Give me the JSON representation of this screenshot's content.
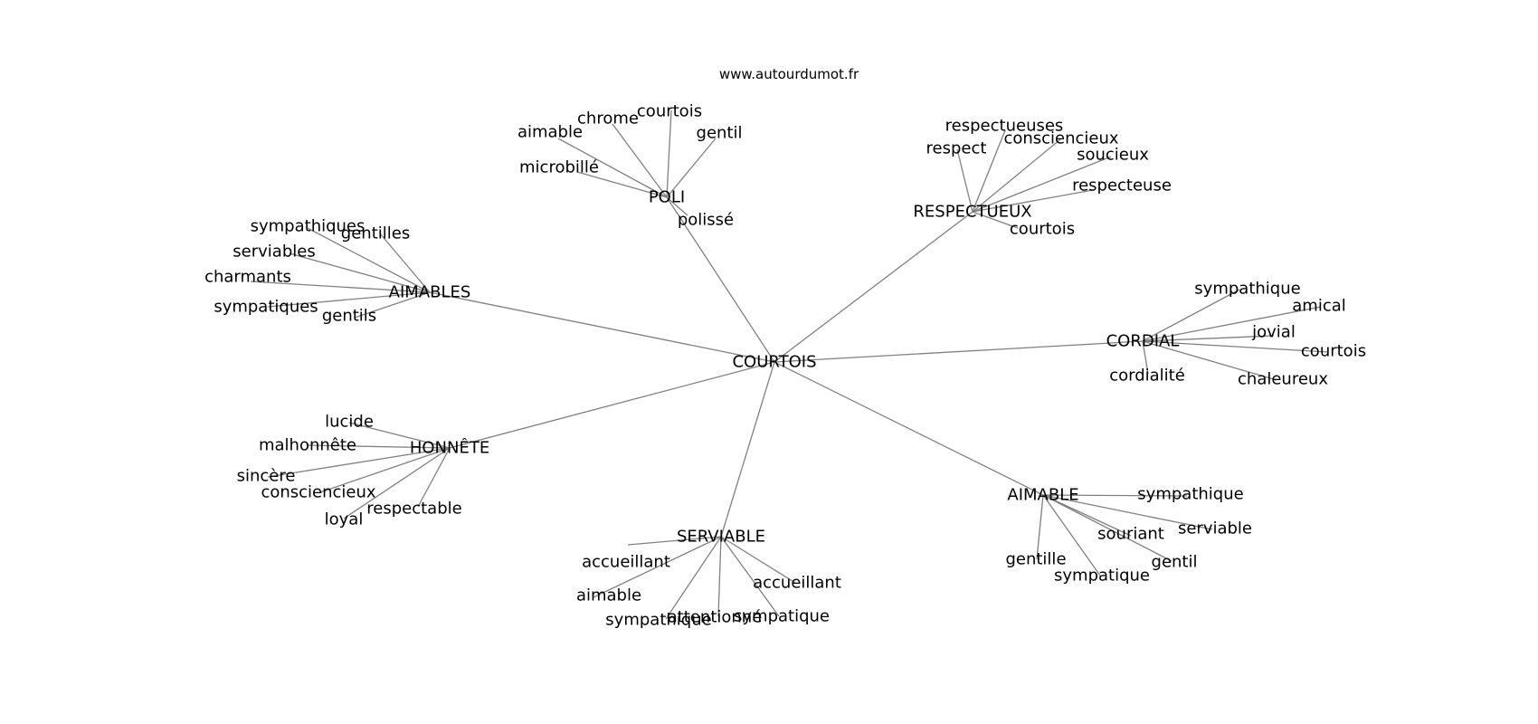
{
  "site": "www.autourdumot.fr",
  "colors": {
    "edge": "#808080",
    "text": "#000000",
    "background": "#ffffff"
  },
  "graph": {
    "center": "COURTOIS",
    "hubs": [
      {
        "label": "POLI",
        "leaves": [
          "aimable",
          "chrome",
          "courtois",
          "gentil",
          "microbillé",
          "polissé"
        ]
      },
      {
        "label": "RESPECTUEUX",
        "leaves": [
          "respectueuses",
          "respect",
          "consciencieux",
          "soucieux",
          "respecteuse",
          "courtois"
        ]
      },
      {
        "label": "AIMABLES",
        "leaves": [
          "sympathiques",
          "gentilles",
          "serviables",
          "charmants",
          "sympatiques",
          "gentils"
        ]
      },
      {
        "label": "CORDIAL",
        "leaves": [
          "sympathique",
          "amical",
          "jovial",
          "courtois",
          "cordialité",
          "chaleureux"
        ]
      },
      {
        "label": "HONNÊTE",
        "leaves": [
          "lucide",
          "malhonnête",
          "sincère",
          "consciencieux",
          "loyal",
          "respectable"
        ]
      },
      {
        "label": "SERVIABLE",
        "leaves": [
          "accueillant",
          "aimable",
          "sympathique",
          "attentionné",
          "accueillant",
          "sympatique"
        ]
      },
      {
        "label": "AIMABLE",
        "leaves": [
          "sympathique",
          "serviable",
          "souriant",
          "gentil",
          "gentille",
          "sympatique"
        ]
      }
    ]
  }
}
